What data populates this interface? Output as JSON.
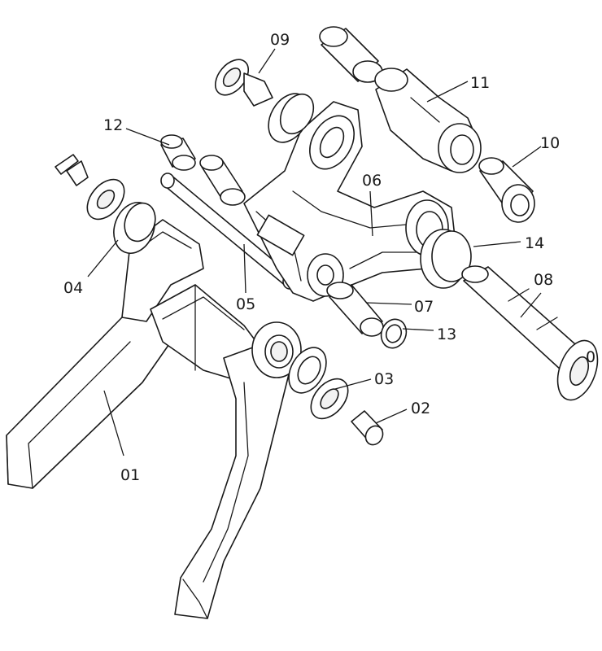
{
  "diagram": {
    "labels": {
      "p01": "01",
      "p02": "02",
      "p03": "03",
      "p04": "04",
      "p05": "05",
      "p06": "06",
      "p07": "07",
      "p08": "08",
      "p09": "09",
      "p10": "10",
      "p11": "11",
      "p12": "12",
      "p13": "13",
      "p14": "14",
      "p08_end": "0"
    },
    "colors": {
      "line": "#1a1a1a",
      "background": "#ffffff"
    }
  }
}
